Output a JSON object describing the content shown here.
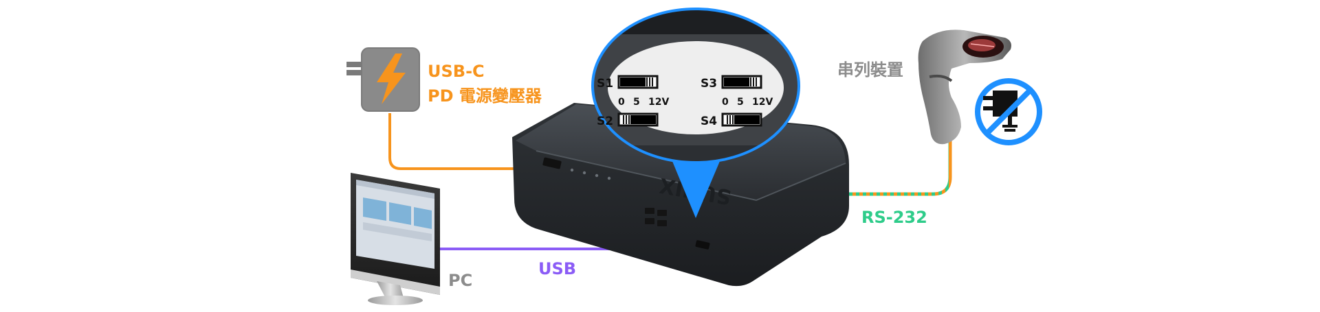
{
  "labels": {
    "adapter_line1": "USB-C",
    "adapter_line2": "PD 電源變壓器",
    "serial_device": "串列裝置",
    "rs232": "RS-232",
    "usb": "USB",
    "pc": "PC"
  },
  "switch_panel": {
    "left": {
      "top_name": "S1",
      "scale": [
        "0",
        "5",
        "12V"
      ],
      "bottom_name": "S2"
    },
    "right": {
      "top_name": "S3",
      "scale": [
        "0",
        "5",
        "12V"
      ],
      "bottom_name": "S4"
    }
  },
  "colors": {
    "power_line": "#F7941D",
    "usb_line": "#8B5CF6",
    "rs232_line_a": "#2ECC8A",
    "rs232_line_b": "#F7941D",
    "callout_border": "#1E90FF",
    "no_power_circle": "#1E90FF",
    "pc_label": "#8C8C8C",
    "serial_label": "#8C8C8C"
  },
  "icons": {
    "adapter": "power-adapter-icon",
    "lightning": "lightning-bolt-icon",
    "monitor": "monitor-icon",
    "scanner": "barcode-scanner-icon",
    "no_power": "no-power-plug-icon"
  }
}
